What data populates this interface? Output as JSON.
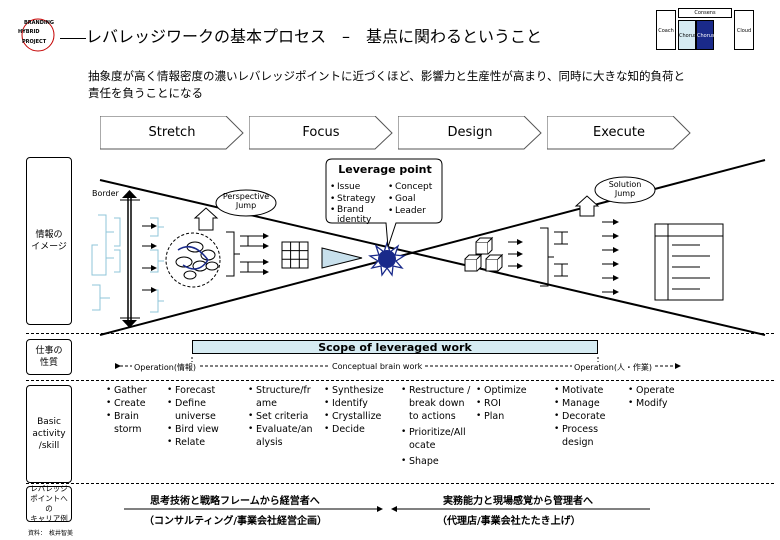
{
  "logo": {
    "line1": "BRANDING",
    "line2": "HYBRID",
    "line3": "PROJECT"
  },
  "title": "レバレッジワークの基本プロセス　–　基点に関わるということ",
  "mini_diagram": {
    "left": "Coach",
    "top": "Consens",
    "mid_left": "Chorus",
    "mid_right": "Chorus",
    "right": "Cloud"
  },
  "description": "抽象度が高く情報密度の濃いレバレッジポイントに近づくほど、影響力と生産性が高まり、同時に大きな知的負荷と責任を負うことになる",
  "phases": [
    "Stretch",
    "Focus",
    "Design",
    "Execute"
  ],
  "row_labels": {
    "info": "情報の\nイメージ",
    "work": "仕事の\n性質",
    "activity": "Basic\nactivity\n/skill",
    "career": "レバレッジ\nポイントへの\nキャリア例"
  },
  "diagram": {
    "border_label": "Border",
    "perspective_jump": "Perspective\nJump",
    "solution_jump": "Solution\nJump",
    "leverage_point": {
      "title": "Leverage point",
      "col1": [
        "Issue",
        "Strategy",
        "Brand identity"
      ],
      "col2": [
        "Concept",
        "Goal",
        "Leader"
      ]
    }
  },
  "work": {
    "scope": "Scope of leveraged work",
    "operation_left": "Operation(情報)",
    "conceptual": "Conceptual brain work",
    "operation_right": "Operation(人・作業)"
  },
  "activities": [
    [
      "Gather",
      "Create",
      "Brain storm"
    ],
    [
      "Forecast",
      "Define universe",
      "Bird view",
      "Relate"
    ],
    [
      "Structure/frame",
      "Set criteria",
      "Evaluate/analysis"
    ],
    [
      "Synthesize",
      "Identify",
      "Crystallize",
      "Decide"
    ],
    [
      "Restructure /break down to actions",
      "Prioritize/Allocate",
      "Shape"
    ],
    [
      "Optimize",
      "ROI",
      "Plan"
    ],
    [
      "Motivate",
      "Manage",
      "Decorate",
      "Process design"
    ],
    [
      "Operate",
      "Modify"
    ]
  ],
  "career": {
    "left_line1": "思考技術と戦略フレームから経営者へ",
    "left_line2": "（コンサルティング/事業会社経営企画）",
    "right_line1": "実務能力と現場感覚から管理者へ",
    "right_line2": "（代理店/事業会社たたき上げ）"
  },
  "source": "資料：　枚井智美",
  "colors": {
    "accent_blue": "#1a2a8a",
    "scope_fill": "#d6ebf2",
    "tree_color": "#8fc6d8"
  }
}
